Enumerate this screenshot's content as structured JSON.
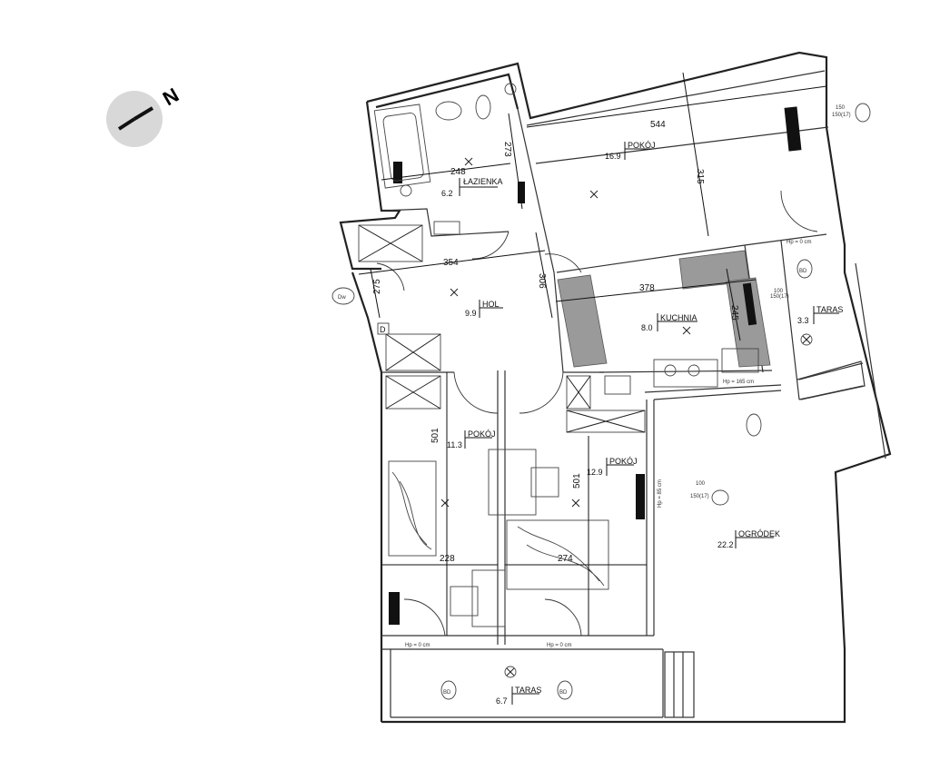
{
  "compass": {
    "label": "N"
  },
  "rooms": [
    {
      "id": "lazienka",
      "name": "ŁAZIENKA",
      "area": "6.2"
    },
    {
      "id": "pokoj-1",
      "name": "POKÓJ",
      "area": "16.9"
    },
    {
      "id": "hol",
      "name": "HOL",
      "area": "9.9"
    },
    {
      "id": "kuchnia",
      "name": "KUCHNIA",
      "area": "8.0"
    },
    {
      "id": "taras-small",
      "name": "TARAS",
      "area": "3.3"
    },
    {
      "id": "pokoj-2",
      "name": "POKÓJ",
      "area": "11.3"
    },
    {
      "id": "pokoj-3",
      "name": "POKÓJ",
      "area": "12.9"
    },
    {
      "id": "ogrodek",
      "name": "OGRÓDEK",
      "area": "22.2"
    },
    {
      "id": "taras-big",
      "name": "TARAS",
      "area": "6.7"
    }
  ],
  "dimensions": [
    "544",
    "315",
    "273",
    "248",
    "354",
    "306",
    "275",
    "378",
    "245",
    "501",
    "501",
    "228",
    "274"
  ],
  "annotations": {
    "dw": "Dw",
    "d": "D",
    "hp_left": "Hp = 0 cm",
    "hp_mid": "Hp = 0 cm",
    "hp_kitchen": "Hp = 165 cm",
    "hp_kitchen2": "Hp = 0 cm",
    "hp_right": "Hp = 85 cm",
    "w150a": "150",
    "w150b": "150(17)",
    "w100": "100",
    "w150c": "150(17)",
    "w100b": "100",
    "w150d": "150(17)",
    "bd": "BD",
    "bd2": "BD",
    "bd3": "BD"
  }
}
